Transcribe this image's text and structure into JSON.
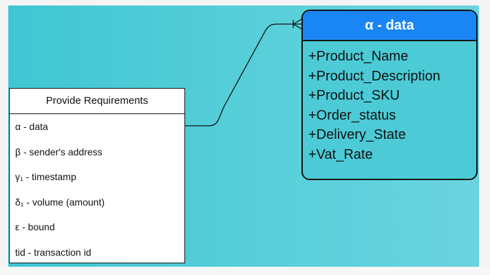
{
  "left_table": {
    "title": "Provide Requirements",
    "rows": [
      {
        "symbol": "α",
        "label": "α - data"
      },
      {
        "symbol": "β",
        "label": "β - sender's address"
      },
      {
        "symbol": "γ₁",
        "label": "γ₁ - timestamp"
      },
      {
        "symbol": "δ₁",
        "label": "δ₁ - volume (amount)"
      },
      {
        "symbol": "ε",
        "label": "ε - bound"
      },
      {
        "symbol": "tid",
        "label": "tid - transaction id"
      }
    ]
  },
  "entity": {
    "title": "α - data",
    "fields": [
      "+Product_Name",
      "+Product_Description",
      "+Product_SKU",
      "+Order_status",
      "+Delivery_State",
      "+Vat_Rate"
    ]
  },
  "colors": {
    "canvas_start": "#3fc6d3",
    "canvas_end": "#6ad3df",
    "entity_header": "#1a85f4",
    "entity_body": "#4ccbd7",
    "table_bg": "#ffffff",
    "line": "#111111"
  },
  "connector": {
    "from": "left_table.rows.0",
    "to": "entity",
    "end_marker": "crow-foot-one-or-many"
  }
}
